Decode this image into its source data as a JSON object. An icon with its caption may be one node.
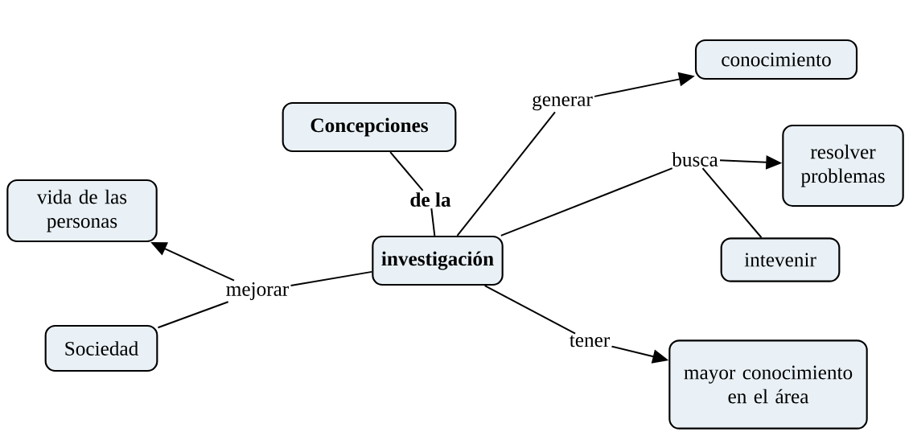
{
  "diagram": {
    "nodes": [
      {
        "text": [
          "conocimiento"
        ]
      },
      {
        "text": [
          "Concepciones"
        ]
      },
      {
        "text": [
          "generar"
        ]
      },
      {
        "text": [
          "busca"
        ]
      },
      {
        "text": [
          "resolver problemas"
        ]
      },
      {
        "text": [
          "de la"
        ]
      },
      {
        "text": [
          "vida de las personas"
        ]
      },
      {
        "text": [
          "investigación"
        ]
      },
      {
        "text": [
          "intevenir"
        ]
      },
      {
        "text": [
          "mejorar"
        ]
      },
      {
        "text": [
          "Sociedad"
        ]
      },
      {
        "text": [
          "tener"
        ]
      },
      {
        "text": [
          "mayor conocimiento en el área"
        ]
      }
    ],
    "edges": [
      {
        "from": 1,
        "to": 5,
        "arrow": "none"
      },
      {
        "from": 5,
        "to": 7,
        "arrow": "none"
      },
      {
        "from": 7,
        "to": 2,
        "arrow": "none"
      },
      {
        "from": 2,
        "to": 0,
        "arrow": "to"
      },
      {
        "from": 7,
        "to": 3,
        "arrow": "none"
      },
      {
        "from": 3,
        "to": 4,
        "arrow": "to"
      },
      {
        "from": 3,
        "to": 8,
        "arrow": "none"
      },
      {
        "from": 7,
        "to": 9,
        "arrow": "none"
      },
      {
        "from": 10,
        "to": 9,
        "arrow": "none"
      },
      {
        "from": 9,
        "to": 6,
        "arrow": "to"
      },
      {
        "from": 7,
        "to": 11,
        "arrow": "none"
      },
      {
        "from": 11,
        "to": 12,
        "arrow": "to"
      }
    ]
  }
}
